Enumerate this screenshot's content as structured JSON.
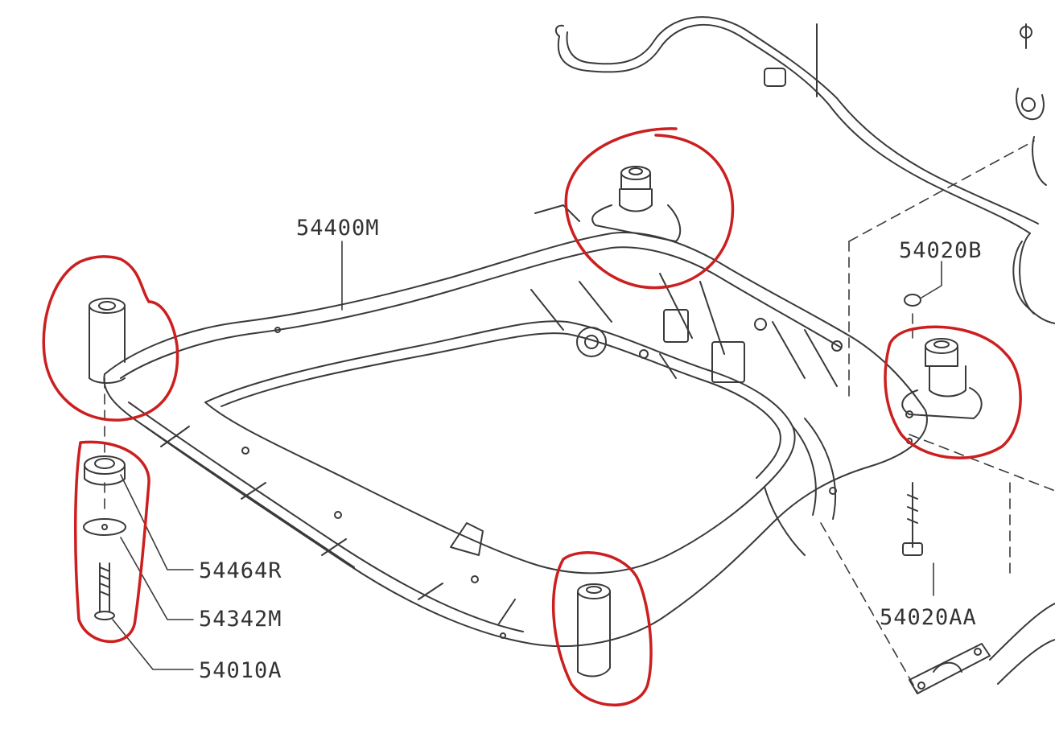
{
  "labels": {
    "subframe": "54400M",
    "upper_nut": "54020B",
    "lower_stopper": "54464R",
    "washer": "54342M",
    "bolt": "54010A",
    "rear_bolt": "54020AA"
  },
  "colors": {
    "line": "#3a3a3a",
    "highlight": "#cc1f1f",
    "background": "#ffffff"
  },
  "highlights": [
    "front-left-bushing-circle",
    "mount-hardware-circle",
    "rear-left-bushing-circle",
    "rear-right-bushing-circle",
    "front-right-bushing-circle"
  ]
}
